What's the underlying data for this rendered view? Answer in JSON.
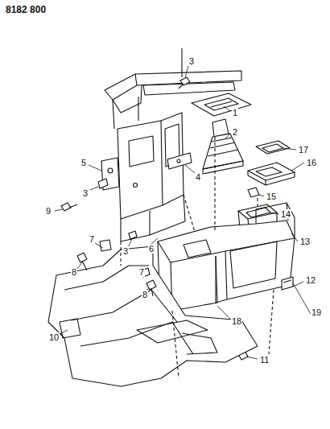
{
  "diagram": {
    "labels": [
      "8182 800",
      "3",
      "1",
      "2",
      "17",
      "16",
      "5",
      "4",
      "15",
      "3",
      "14",
      "9",
      "3",
      "6",
      "13",
      "12",
      "7",
      "8",
      "7",
      "8",
      "19",
      "10",
      "18",
      "11"
    ]
  }
}
